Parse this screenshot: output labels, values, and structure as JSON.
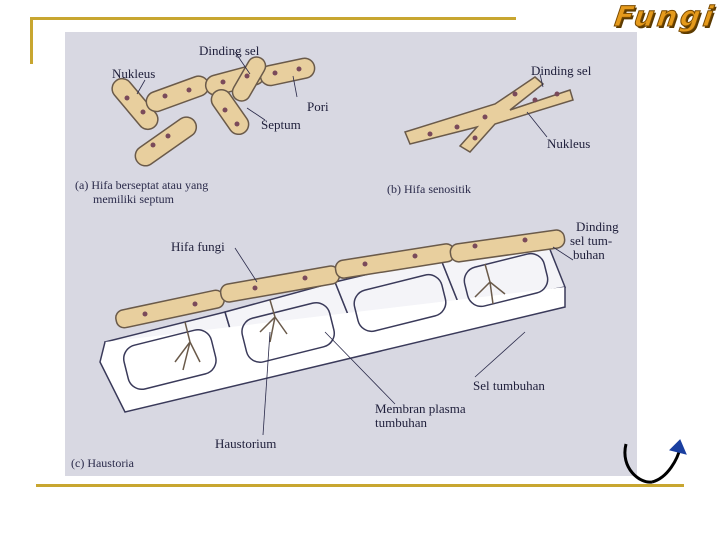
{
  "title": "Fungi",
  "labels": {
    "dinding_sel_a": "Dinding sel",
    "nukleus_a": "Nukleus",
    "pori": "Pori",
    "septum": "Septum",
    "dinding_sel_b": "Dinding sel",
    "nukleus_b": "Nukleus",
    "hifa_fungi": "Hifa fungi",
    "dinding_sel_tumbuhan_1": "Dinding",
    "dinding_sel_tumbuhan_2": "sel tum-",
    "dinding_sel_tumbuhan_3": "buhan",
    "sel_tumbuhan": "Sel tumbuhan",
    "membran_1": "Membran plasma",
    "membran_2": "tumbuhan",
    "haustorium": "Haustorium"
  },
  "captions": {
    "a_line1": "(a) Hifa berseptat atau yang",
    "a_line2": "memiliki septum",
    "b": "(b) Hifa senositik",
    "c": "(c) Haustoria"
  },
  "colors": {
    "accent": "#c8a630",
    "title": "#e59a1c",
    "hypha": "#e8cf9e",
    "nucleus": "#7a4a5a",
    "figure_bg": "#d8d8e2"
  },
  "icons": [
    "return-arrow-icon"
  ]
}
